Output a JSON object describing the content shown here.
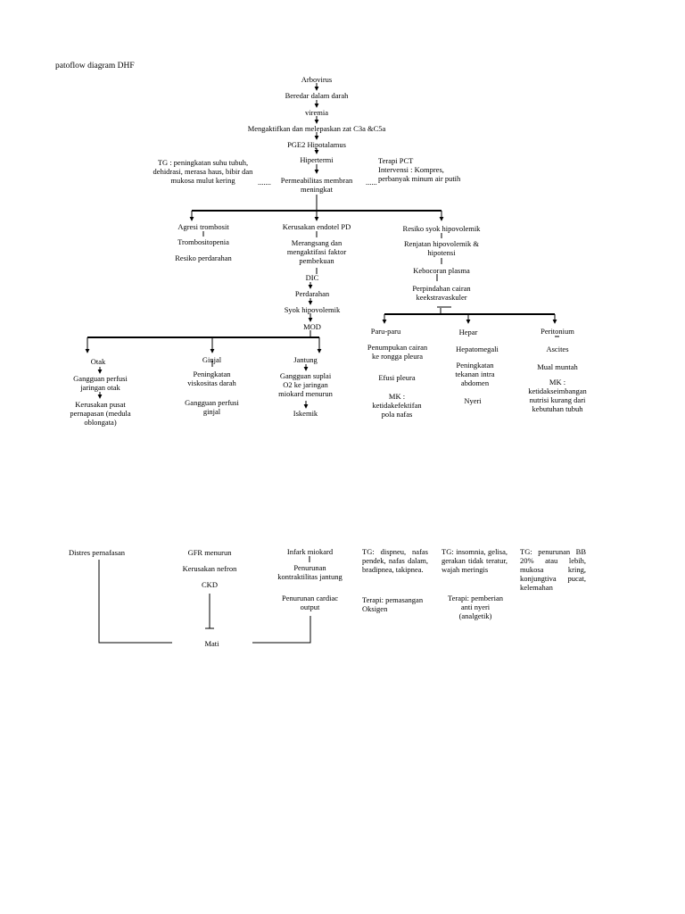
{
  "title": "patoflow diagram DHF",
  "chain": {
    "arbovirus": "Arbovirus",
    "beredar": "Beredar dalam darah",
    "viremia": "viremia",
    "mengaktifkan": "Mengaktifkan dan melepaskan zat C3a &C5a",
    "pge2": "PGE2 Hipotalamus",
    "hipertermi": "Hipertermi",
    "permeabilitas": "Permeabilitas membran\nmeningkat"
  },
  "side": {
    "tg_left": "TG : peningkatan suhu tubuh,\ndehidrasi, merasa haus, bibir dan\nmukosa mulut kering",
    "dots_left": ".......",
    "terapi_right": "Terapi PCT\nIntervensi : Kompres,\nperbanyak minum air putih",
    "dots_right": "......"
  },
  "left_branch": {
    "agresi": "Agresi trombosit",
    "trombositopenia": "Trombositopenia",
    "resiko_perdarahan": "Resiko perdarahan"
  },
  "middle_branch": {
    "kerusakan_endotel": "Kerusakan endotel PD",
    "merangsang": "Merangsang dan\nmengaktifasi faktor\npembekuan",
    "dic": "DIC",
    "perdarahan": "Perdarahan",
    "syok": "Syok hipovolemik",
    "mod": "MOD"
  },
  "right_branch": {
    "resiko_syok": "Resiko syok hipovolemik",
    "renjatan": "Renjatan hipovolemik &\nhipotensi",
    "kebocoran": "Kebocoran plasma",
    "perpindahan": "Perpindahan cairan\nkeekstravaskuler"
  },
  "paru": {
    "header": "Paru-paru",
    "penumpukan": "Penumpukan cairan\nke rongga pleura",
    "efusi": "Efusi pleura",
    "mk": "MK :\nketidakefektifan\npola nafas"
  },
  "hepar": {
    "header": "Hepar",
    "hepatomegali": "Hepatomegali",
    "peningkatan": "Peningkatan\ntekanan intra\nabdomen",
    "nyeri": "Nyeri"
  },
  "peritonium": {
    "header": "Peritonium",
    "ascites": "Ascites",
    "mual": "Mual muntah",
    "mk": "MK :\nketidakseimbangan\nnutrisi kurang dari\nkebutuhan tubuh"
  },
  "otak": {
    "header": "Otak",
    "gangguan": "Gangguan perfusi\njaringan otak",
    "kerusakan": "Kerusakan pusat\npernapasan (medula\noblongata)"
  },
  "ginjal": {
    "header": "Ginjal",
    "peningkatan": "Peningkatan\nviskositas darah",
    "gangguan": "Gangguan perfusi\nginjal"
  },
  "jantung": {
    "header": "Jantung",
    "gangguan": "Gangguan suplai\nO2 ke jaringan\nmiokard menurun",
    "iskemik": "Iskemik"
  },
  "bottom": {
    "distres": "Distres pernafasan",
    "gfr": "GFR menurun",
    "kerusakan_nefron": "Kerusakan nefron",
    "ckd": "CKD",
    "mati": "Mati",
    "infark": "Infark miokard",
    "penurunan_kontraktilitas": "Penurunan\nkontraktilitas jantung",
    "penurunan_cardiac": "Penurunan cardiac\noutput",
    "tg_col1": "TG: dispneu, nafas pendek, nafas dalam, bradipnea, takipnea.",
    "terapi_col1": "Terapi: pemasangan\nOksigen",
    "tg_col2": "TG: insomnia, gelisa, gerakan tidak teratur, wajah meringis",
    "terapi_col2": "Terapi: pemberian\nanti nyeri\n(analgetik)",
    "tg_col3": "TG: penurunan BB 20% atau lebih, mukosa kring, konjungtiva pucat, kelemahan"
  }
}
